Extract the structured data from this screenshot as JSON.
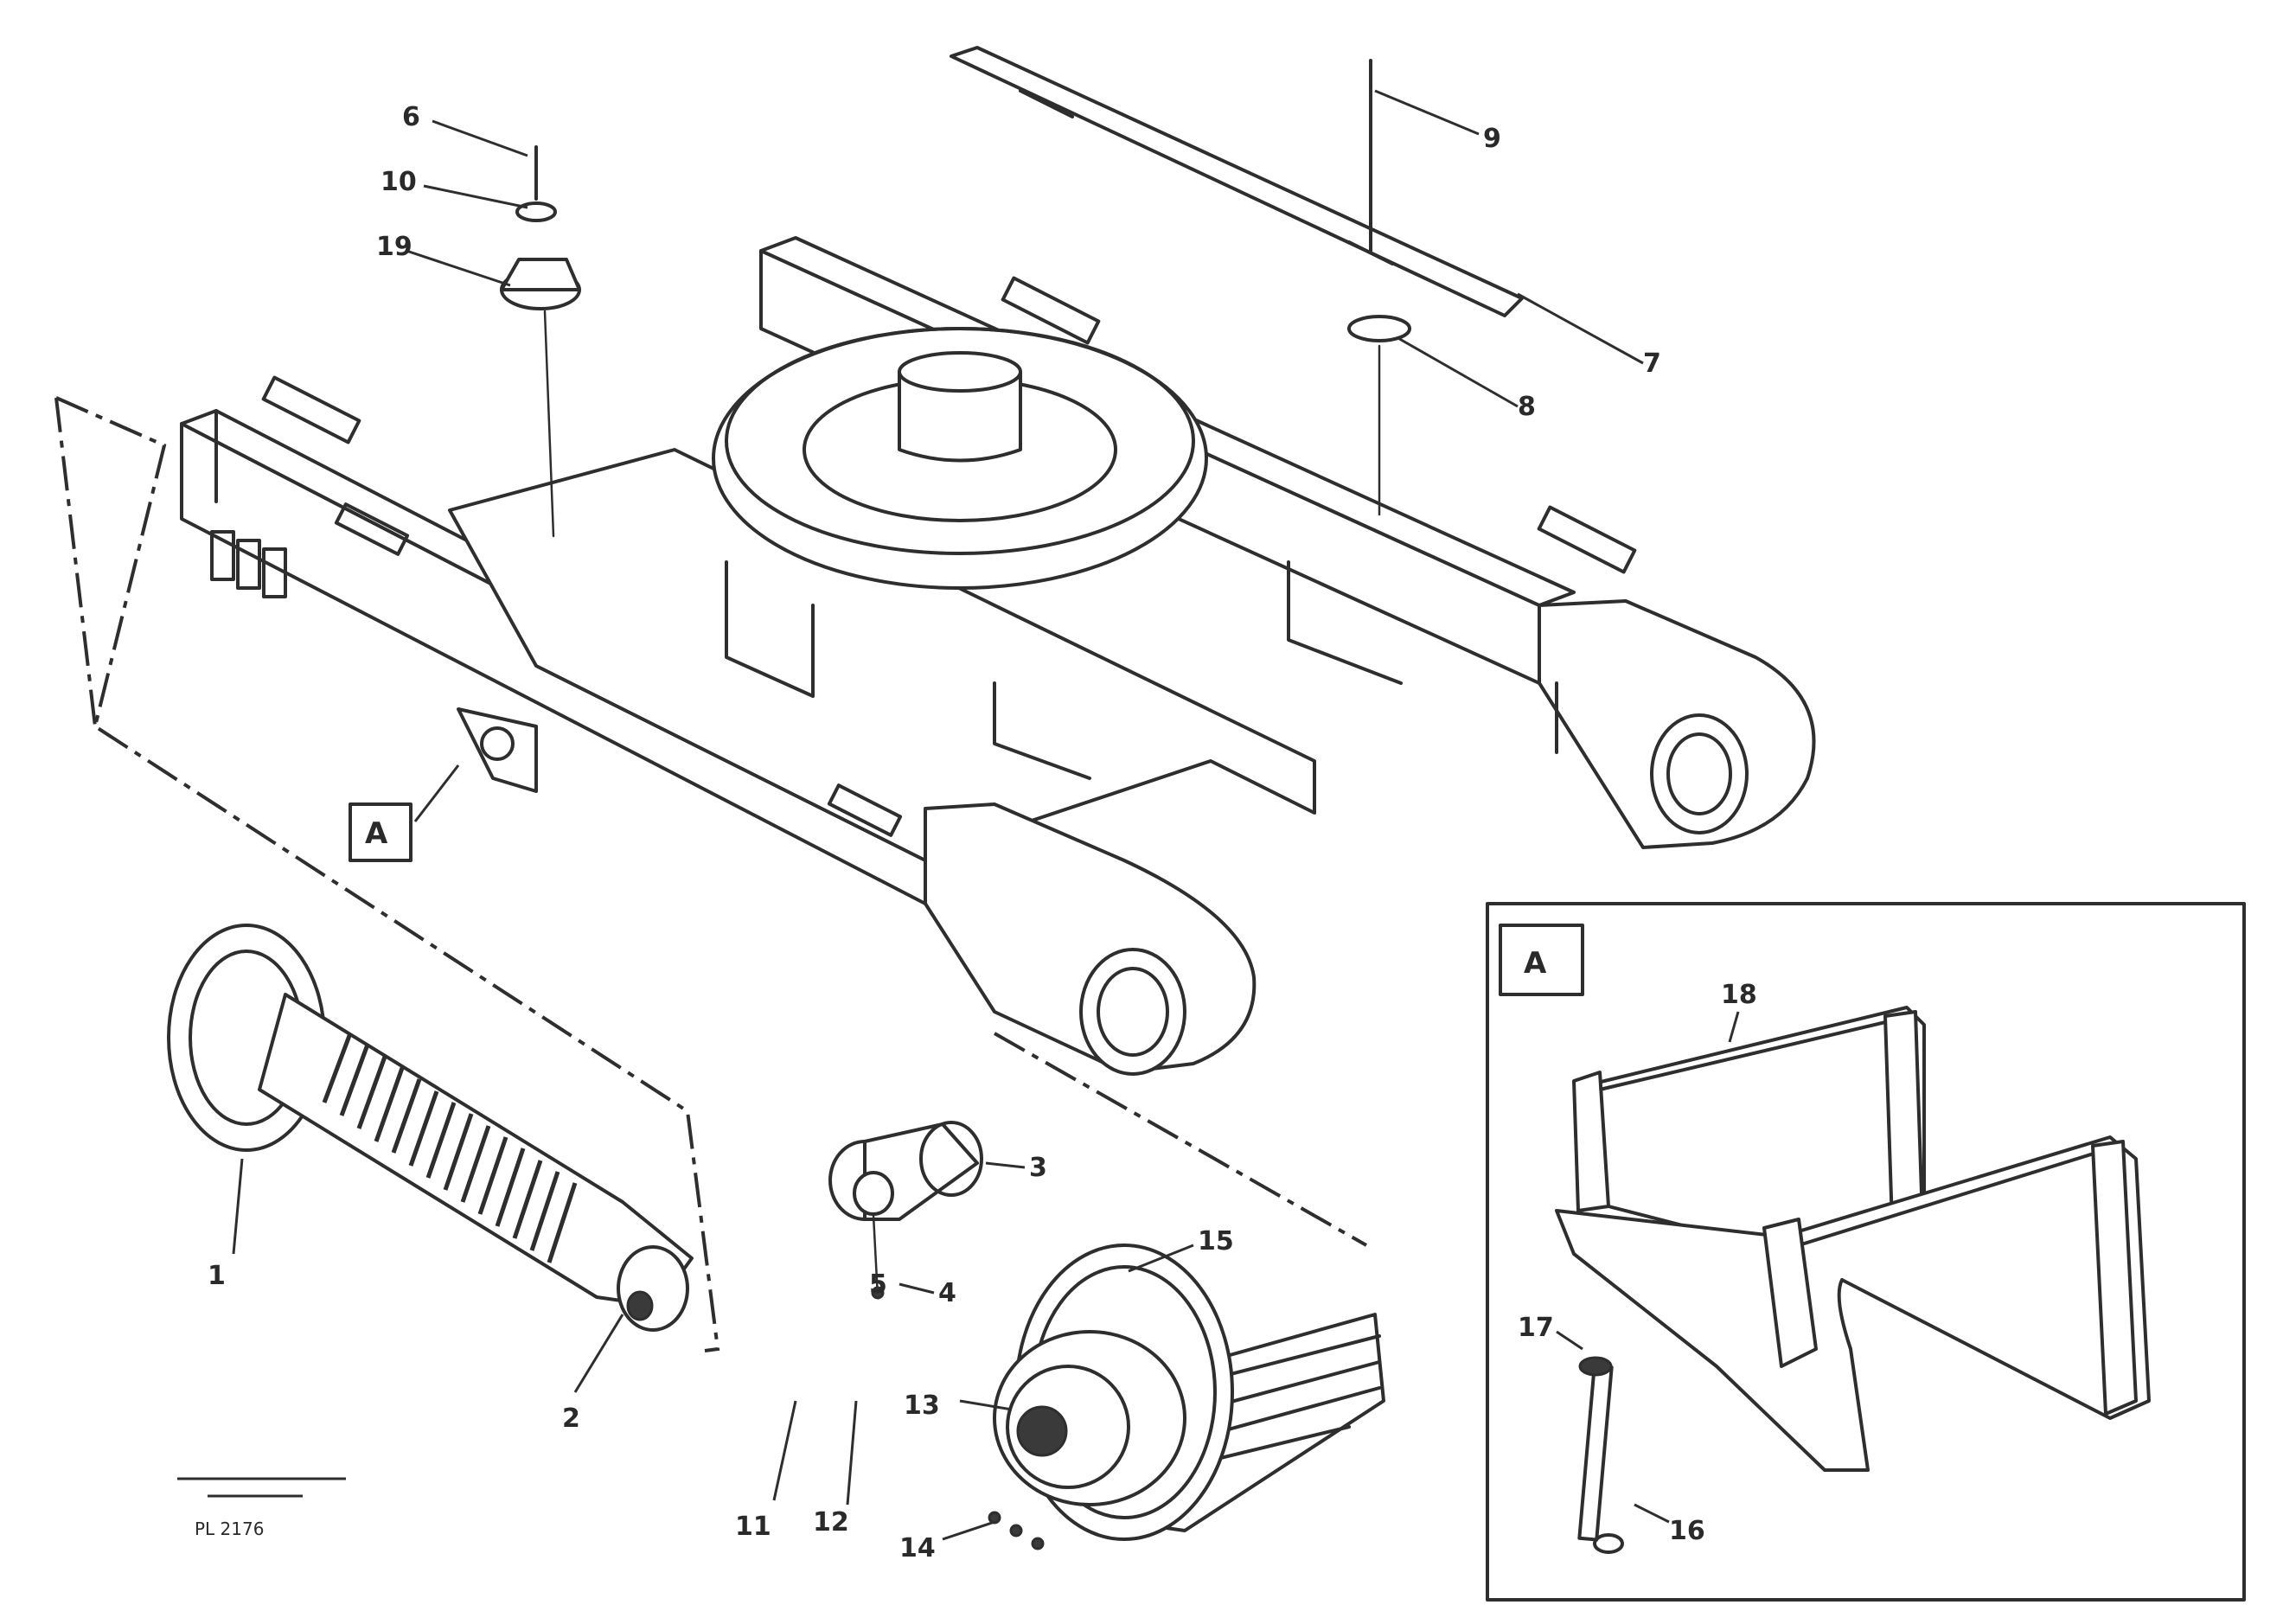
{
  "callouts": {
    "c1": "1",
    "c2": "2",
    "c3": "3",
    "c4": "4",
    "c5": "5",
    "c6": "6",
    "c7": "7",
    "c8": "8",
    "c9": "9",
    "c10": "10",
    "c11": "11",
    "c12": "12",
    "c13": "13",
    "c14": "14",
    "c15": "15",
    "c16": "16",
    "c17": "17",
    "c18": "18",
    "c19": "19"
  },
  "detail": {
    "marker_main": "A",
    "marker_inset": "A"
  },
  "reference": {
    "drawing_no": "PL 2176"
  }
}
